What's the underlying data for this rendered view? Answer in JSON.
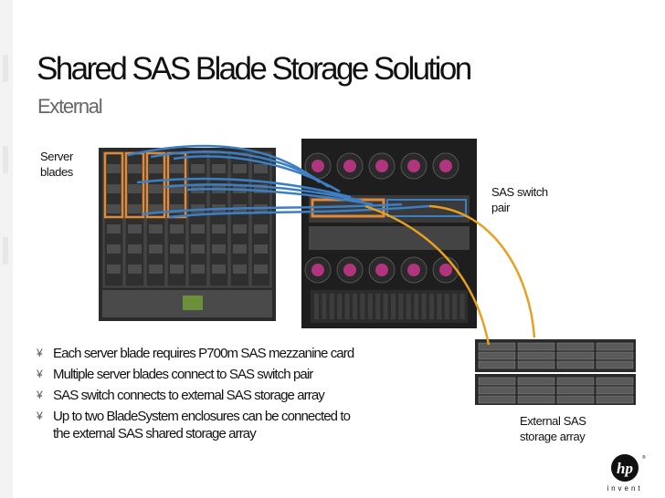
{
  "slide": {
    "title": "Shared SAS Blade Storage Solution",
    "subtitle": "External"
  },
  "labels": {
    "server_blades": [
      "Server",
      "blades"
    ],
    "sas_switch": [
      "SAS switch",
      "pair"
    ],
    "storage": [
      "External SAS",
      "storage array"
    ]
  },
  "bullet_marker": "¥",
  "bullets": [
    [
      "Each server blade requires P700m SAS mezzanine card"
    ],
    [
      "Multiple server blades connect to SAS switch pair"
    ],
    [
      "SAS switch connects to external SAS storage array"
    ],
    [
      "Up to two BladeSystem enclosures can be connected to",
      "the external SAS shared storage array"
    ]
  ],
  "logo": {
    "mark": "hp",
    "text": "invent",
    "trademark": "®"
  },
  "colors": {
    "highlight_orange": "#e08a3a",
    "cable_blue": "#3d7fc4",
    "cable_orange": "#e8a020",
    "fan_magenta": "#b0347e"
  }
}
